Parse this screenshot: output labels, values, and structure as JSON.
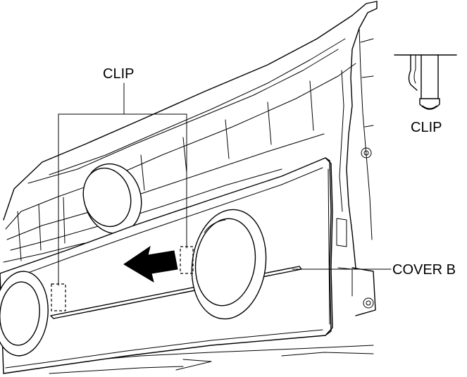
{
  "labels": {
    "clip_top": "CLIP",
    "clip_detail": "CLIP",
    "cover_b": "COVER B"
  },
  "icons": {
    "direction_arrow": "arrow-left-filled-icon"
  }
}
